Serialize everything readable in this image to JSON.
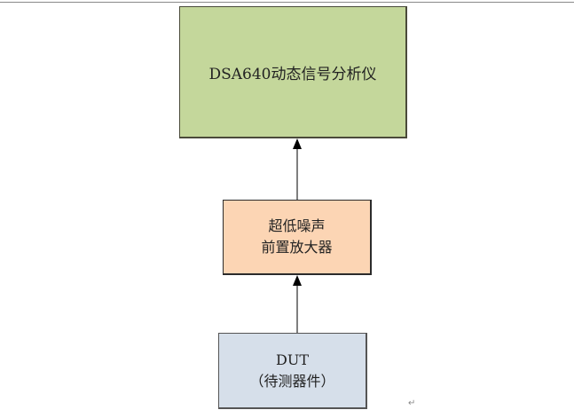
{
  "diagram": {
    "nodes": [
      {
        "id": "analyzer",
        "lines": [
          "DSA640动态信号分析仪"
        ],
        "fill": "#c4d79b"
      },
      {
        "id": "preamp",
        "lines": [
          "超低噪声",
          "前置放大器"
        ],
        "fill": "#fcd5b4"
      },
      {
        "id": "dut",
        "lines": [
          "DUT",
          "（待测器件）"
        ],
        "fill": "#d6dfea"
      }
    ],
    "edges": [
      {
        "from": "dut",
        "to": "preamp"
      },
      {
        "from": "preamp",
        "to": "analyzer"
      }
    ],
    "paragraph_mark": "↵"
  }
}
